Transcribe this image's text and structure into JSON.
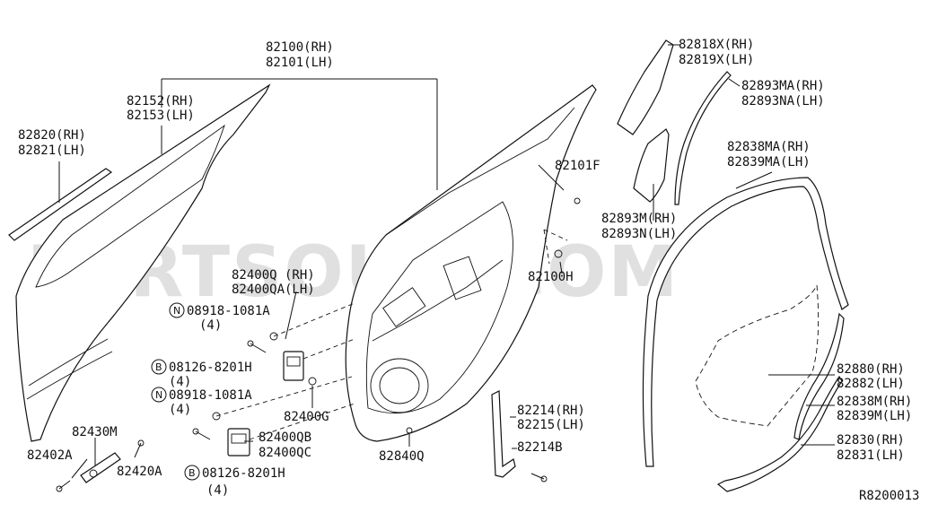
{
  "watermark": "PARTSOUQ.COM",
  "diagram_code": "R8200013",
  "labels": [
    {
      "id": "82100",
      "l1": "82100(RH)",
      "l2": "82101(LH)"
    },
    {
      "id": "82152",
      "l1": "82152(RH)",
      "l2": "82153(LH)"
    },
    {
      "id": "82820",
      "l1": "82820(RH)",
      "l2": "82821(LH)"
    },
    {
      "id": "82818X",
      "l1": "82818X(RH)",
      "l2": "82819X(LH)"
    },
    {
      "id": "82893MA",
      "l1": "82893MA(RH)",
      "l2": "82893NA(LH)"
    },
    {
      "id": "82838MA",
      "l1": "82838MA(RH)",
      "l2": "82839MA(LH)"
    },
    {
      "id": "82893M",
      "l1": "82893M(RH)",
      "l2": "82893N(LH)"
    },
    {
      "id": "82880",
      "l1": "82880(RH)",
      "l2": "82882(LH)"
    },
    {
      "id": "82838M",
      "l1": "82838M(RH)",
      "l2": "82839M(LH)"
    },
    {
      "id": "82830",
      "l1": "82830(RH)",
      "l2": "82831(LH)"
    },
    {
      "id": "82214",
      "l1": "82214(RH)",
      "l2": "82215(LH)"
    },
    {
      "id": "82400Q",
      "l1": "82400Q (RH)",
      "l2": "82400QA(LH)"
    },
    {
      "id": "82400QB",
      "l1": "82400QB",
      "l2": "82400QC"
    }
  ],
  "singles": {
    "82101F": "82101F",
    "82100H": "82100H",
    "82400G": "82400G",
    "82840Q": "82840Q",
    "82214B": "82214B",
    "82430M": "82430M",
    "82402A": "82402A",
    "82420A": "82420A"
  },
  "bolts": [
    {
      "id": "n1",
      "badge": "N",
      "text": "08918-1081A",
      "qty": "(4)"
    },
    {
      "id": "b1",
      "badge": "B",
      "text": "08126-8201H",
      "qty": "(4)"
    },
    {
      "id": "n2",
      "badge": "N",
      "text": "08918-1081A",
      "qty": "(4)"
    },
    {
      "id": "b2",
      "badge": "B",
      "text": "08126-8201H",
      "qty": "(4)"
    }
  ]
}
